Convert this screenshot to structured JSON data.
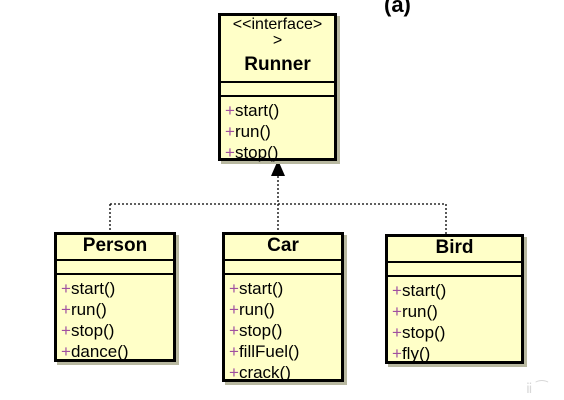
{
  "top_clip": "(a)",
  "runner": {
    "stereotype": "<<interface>\n>",
    "name": "Runner",
    "methods": [
      {
        "vis": "+",
        "name": "start()"
      },
      {
        "vis": "+",
        "name": "run()"
      },
      {
        "vis": "+",
        "name": "stop()"
      }
    ]
  },
  "classes": [
    {
      "name": "Person",
      "methods": [
        {
          "vis": "+",
          "name": "start()"
        },
        {
          "vis": "+",
          "name": "run()"
        },
        {
          "vis": "+",
          "name": "stop()"
        },
        {
          "vis": "+",
          "name": "dance()"
        }
      ]
    },
    {
      "name": "Car",
      "methods": [
        {
          "vis": "+",
          "name": "start()"
        },
        {
          "vis": "+",
          "name": "run()"
        },
        {
          "vis": "+",
          "name": "stop()"
        },
        {
          "vis": "+",
          "name": "fillFuel()"
        },
        {
          "vis": "+",
          "name": "crack()"
        }
      ]
    },
    {
      "name": "Bird",
      "methods": [
        {
          "vis": "+",
          "name": "start()"
        },
        {
          "vis": "+",
          "name": "run()"
        },
        {
          "vis": "+",
          "name": "stop()"
        },
        {
          "vis": "+",
          "name": "fly()"
        }
      ]
    }
  ],
  "watermark": "ⅱ ⁀"
}
